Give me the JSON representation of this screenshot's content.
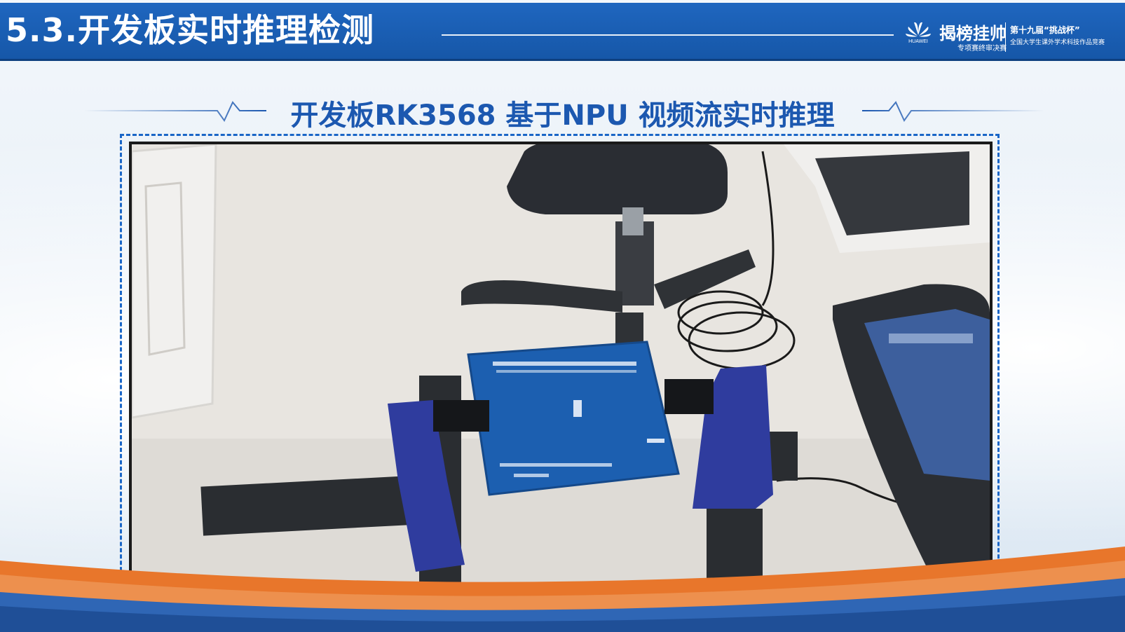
{
  "header": {
    "title": "5.3.开发板实时推理检测",
    "logos": {
      "huawei": "HUAWEI",
      "jbgs": "揭榜挂帅",
      "jbgs_sub": "专项赛终审决赛",
      "cup": "第十九届“挑战杯”",
      "cup_sub": "全国大学生课外学术科技作品竞赛"
    }
  },
  "subtitle": "开发板RK3568 基于NPU 视频流实时推理",
  "colors": {
    "header_blue": "#1f66bf",
    "accent_blue": "#1c58b0",
    "frame_blue": "#1a66c7",
    "wave_orange": "#e8762b",
    "wave_blue": "#2f66b5"
  },
  "video": {
    "icon": "video-frame-photo"
  }
}
